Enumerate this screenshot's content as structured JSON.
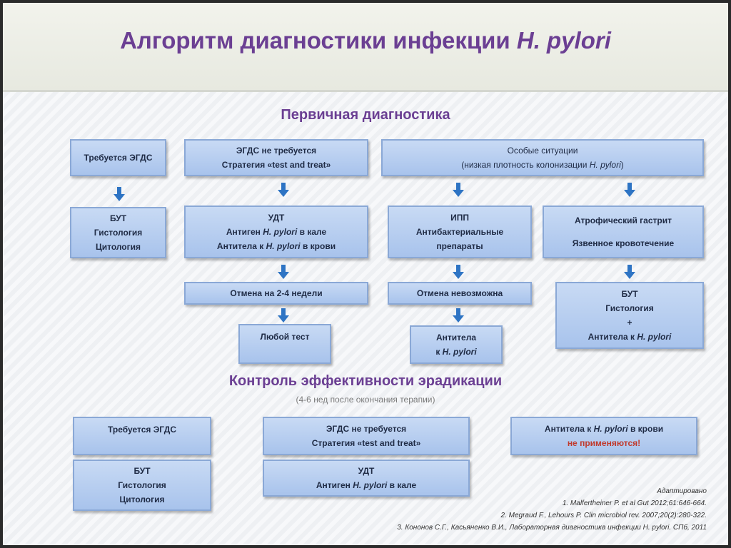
{
  "title": {
    "main": "Алгоритм диагностики инфекции ",
    "italic": "H. pylori"
  },
  "sections": {
    "primary": "Первичная диагностика",
    "control": "Контроль эффективности эрадикации",
    "control_note": "(4-6 нед после окончания терапии)"
  },
  "primary": {
    "col1": {
      "header": "Требуется ЭГДС",
      "tests": [
        "БУТ",
        "Гистология",
        "Цитология"
      ]
    },
    "col2": {
      "header_1": "ЭГДС не требуется",
      "header_2": "Стратегия «test and treat»",
      "tests_1": "УДТ",
      "tests_2a": "Антиген ",
      "tests_2b": "H. pylori",
      "tests_2c": " в кале",
      "tests_3a": "Антитела к ",
      "tests_3b": "H. pylori",
      "tests_3c": " в крови",
      "cancel": "Отмена на 2-4 недели",
      "any_test": "Любой тест"
    },
    "special": {
      "header_1": "Особые ситуации",
      "header_2a": "(низкая плотность колонизации ",
      "header_2b": "H. pylori",
      "header_2c": ")"
    },
    "col3": {
      "line_1": "ИПП",
      "line_2": "Антибактериальные",
      "line_3": "препараты",
      "cancel": "Отмена невозможна",
      "result_1": "Антитела",
      "result_2a": "к ",
      "result_2b": "H. pylori"
    },
    "col4": {
      "line_1": "Атрофический гастрит",
      "line_2": "Язвенное кровотечение",
      "result_1": "БУТ",
      "result_2": "Гистология",
      "result_3": "+",
      "result_4a": "Антитела к ",
      "result_4b": "H. pylori"
    }
  },
  "control": {
    "col1": {
      "header": "Требуется ЭГДС",
      "tests": [
        "БУТ",
        "Гистология",
        "Цитология"
      ]
    },
    "col2": {
      "header_1": "ЭГДС не требуется",
      "header_2": "Стратегия «test and treat»",
      "tests_1": "УДТ",
      "tests_2a": "Антиген ",
      "tests_2b": "H. pylori",
      "tests_2c": " в кале"
    },
    "col3": {
      "line_1a": "Антитела к ",
      "line_1b": "H. pylori",
      "line_1c": " в крови",
      "line_2": "не применяются!"
    }
  },
  "references": {
    "adapted": "Адаптировано",
    "items": [
      "1.    Malfertheiner P. et al Gut 2012;61:646-664.",
      "2.    Megraud F., Lehours P. Clin microbiol rev. 2007;20(2):280-322.",
      "3.    Кононов С.Г., Касьяненко В.И., Лабораторная диагностика инфекции H. pylori. СПб, 2011"
    ]
  },
  "colors": {
    "title": "#6b3f93",
    "box_fill": "#b3cbef",
    "box_border": "#8aa8d6",
    "arrow": "#2e74c4",
    "warning": "#c0392b"
  },
  "icons": {
    "flow_arrow": "arrow-down-icon"
  }
}
